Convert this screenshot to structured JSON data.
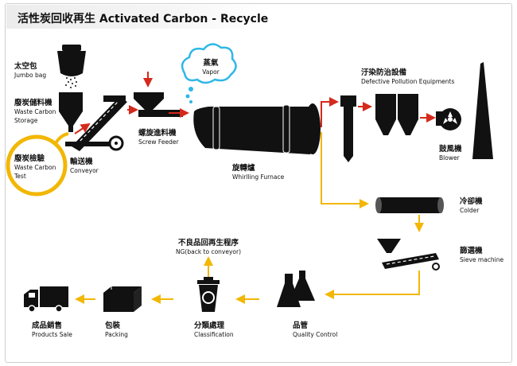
{
  "title": "活性炭回收再生  Activated Carbon - Recycle",
  "labels": {
    "jumbo_bag": {
      "zh": "太空包",
      "en": "Jumbo bag"
    },
    "waste_carbon_storage": {
      "zh": "廢炭儲料機",
      "en1": "Waste Carbon",
      "en2": "Storage"
    },
    "waste_carbon_test": {
      "zh": "廢炭檢驗",
      "en1": "Waste Carbon",
      "en2": "Test"
    },
    "conveyor": {
      "zh": "輸送機",
      "en": "Conveyor"
    },
    "screw_feeder": {
      "zh": "螺旋進料機",
      "en": "Screw Feeder"
    },
    "vapor": {
      "zh": "蒸氣",
      "en": "Vapor"
    },
    "whirlling_furnace": {
      "zh": "旋轉爐",
      "en": "Whirlling Furnace"
    },
    "pollution_equipment": {
      "zh": "汙染防治設備",
      "en": "Defective Pollution Equipments"
    },
    "blower": {
      "zh": "鼓風機",
      "en": "Blower"
    },
    "colder": {
      "zh": "冷卻機",
      "en": "Colder"
    },
    "sieve_machine": {
      "zh": "篩選機",
      "en": "Sieve machine"
    },
    "ng_back": {
      "zh": "不良品回再生程序",
      "en": "NG(back to conveyor)"
    },
    "quality_control": {
      "zh": "品管",
      "en": "Quality Control"
    },
    "classification": {
      "zh": "分類處理",
      "en": "Classification"
    },
    "packing": {
      "zh": "包裝",
      "en": "Packing"
    },
    "products_sale": {
      "zh": "成品銷售",
      "en": "Products Sale"
    }
  },
  "colors": {
    "arrow_red": "#d42a1c",
    "arrow_yellow": "#f2b705",
    "machine": "#111111",
    "vapor_blue": "#2fb7e6"
  }
}
